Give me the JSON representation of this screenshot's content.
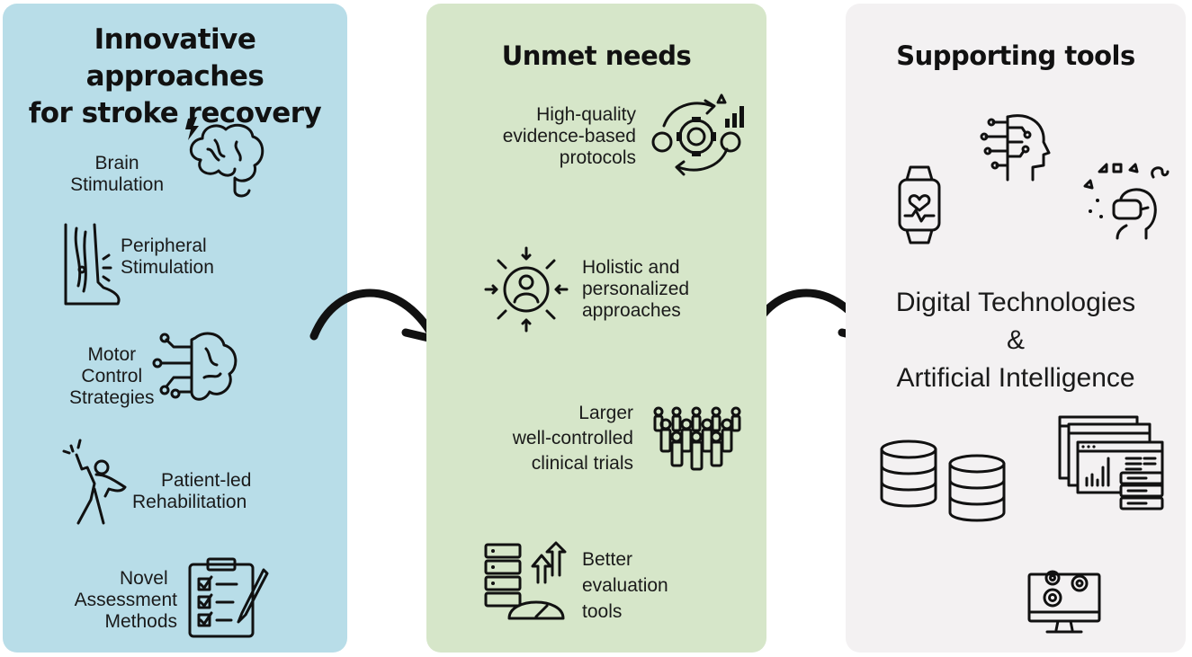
{
  "panels": {
    "innovative": {
      "title_line1": "Innovative approaches",
      "title_line2": "for stroke recovery",
      "items": [
        {
          "line1": "Brain",
          "line2": "Stimulation",
          "icon": "brain-stimulation-icon"
        },
        {
          "line1": "Peripheral",
          "line2": "Stimulation",
          "icon": "leg-nerves-icon"
        },
        {
          "line1": "Motor",
          "line2": "Control",
          "line3": "Strategies",
          "icon": "circuit-brain-icon"
        },
        {
          "line1": "Patient-led",
          "line2": "Rehabilitation",
          "icon": "hero-figure-icon"
        },
        {
          "line1": "Novel",
          "line2": "Assessment",
          "line3": "Methods",
          "icon": "clipboard-checklist-icon"
        }
      ]
    },
    "unmet": {
      "title": "Unmet needs",
      "items": [
        {
          "line1": "High-quality",
          "line2": "evidence-based",
          "line3": "protocols",
          "icon": "gears-cycle-icon"
        },
        {
          "line1": "Holistic and",
          "line2": "personalized",
          "line3": "approaches",
          "icon": "person-target-icon"
        },
        {
          "line1": "Larger",
          "line2": "well-controlled",
          "line3": "clinical trials",
          "icon": "crowd-icon"
        },
        {
          "line1": "Better",
          "line2": "evaluation",
          "line3": "tools",
          "icon": "gauge-server-icon"
        }
      ]
    },
    "supporting": {
      "title": "Supporting tools",
      "line1": "Digital Technologies",
      "line2": "&",
      "line3": "Artificial Intelligence",
      "icons": [
        "smartwatch-icon",
        "ai-head-icon",
        "vr-headset-icon",
        "database-icon",
        "dashboard-icon",
        "computer-gears-icon"
      ]
    }
  }
}
